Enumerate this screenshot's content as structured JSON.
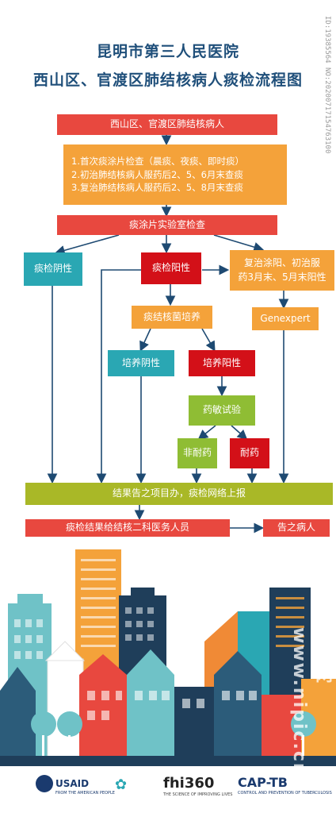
{
  "title": {
    "line1": "昆明市第三人民医院",
    "line2": "西山区、官渡区肺结核病人痰检流程图"
  },
  "side_id": "ID:19385564 NO:20200717154763100",
  "flow": {
    "patients": "西山区、官渡区肺结核病人",
    "steps": [
      "1.首次痰涂片检查（晨痰、夜痰、即时痰）",
      "2.初治肺结核病人服药后2、5、6月末查痰",
      "3.复治肺结核病人服药后2、5、8月末查痰"
    ],
    "lab": "痰涂片实验室检查",
    "negative": "痰检阴性",
    "positive": "痰检阳性",
    "retreat_line1": "复治涂阳、初治服",
    "retreat_line2": "药3月末、5月末阳性",
    "culture": "痰结核菌培养",
    "genexpert": "Genexpert",
    "culture_negative": "培养阴性",
    "culture_positive": "培养阳性",
    "dst": "药敏试验",
    "non_resistant": "非耐药",
    "resistant": "耐药",
    "report": "结果告之项目办，痰检网络上报",
    "to_staff": "痰检结果给结核二科医务人员",
    "to_patient": "告之病人"
  },
  "watermark": "昵图网 www.nipic.cn",
  "logos": {
    "usaid": "USAID",
    "usaid_sub": "FROM THE AMERICAN PEOPLE",
    "fhi": "fhi360",
    "fhi_sub": "THE SCIENCE OF IMPROVING LIVES",
    "cap": "CAP-TB",
    "cap_sub": "CONTROL AND PREVENTION OF TUBERCULOSIS"
  },
  "colors": {
    "title": "#1f4f7a",
    "red": "#e8483f",
    "dark_red": "#d31018",
    "orange": "#f4a23a",
    "teal": "#2aa7b3",
    "green": "#8fbd34",
    "olive": "#a9b827",
    "arrow": "#1e4a72"
  }
}
